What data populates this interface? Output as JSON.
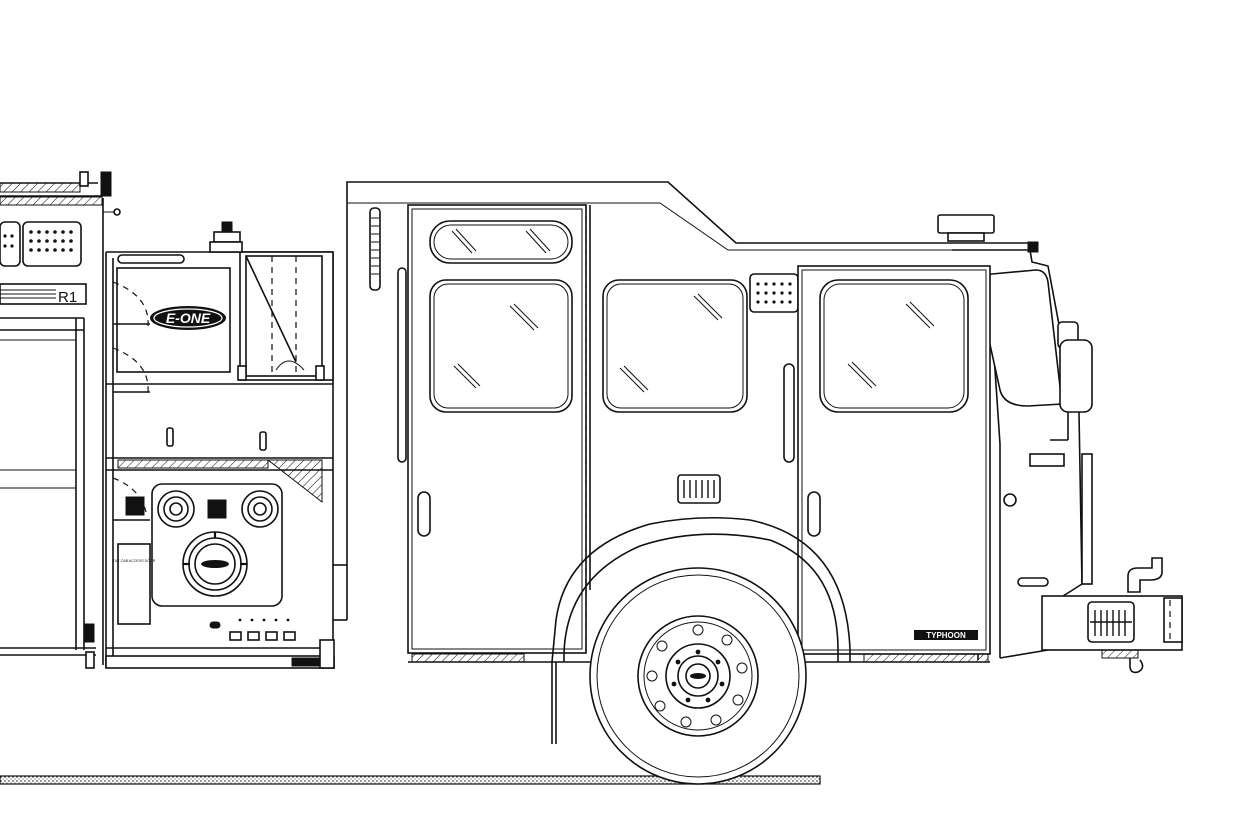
{
  "drawing": {
    "brand_badge": "E-ONE",
    "compartment_label": "R1",
    "model_badge": "TYPHOON",
    "panel_note": "TILT CAB ACCESS DOOR"
  },
  "colors": {
    "line": "#111111",
    "background": "#ffffff"
  }
}
